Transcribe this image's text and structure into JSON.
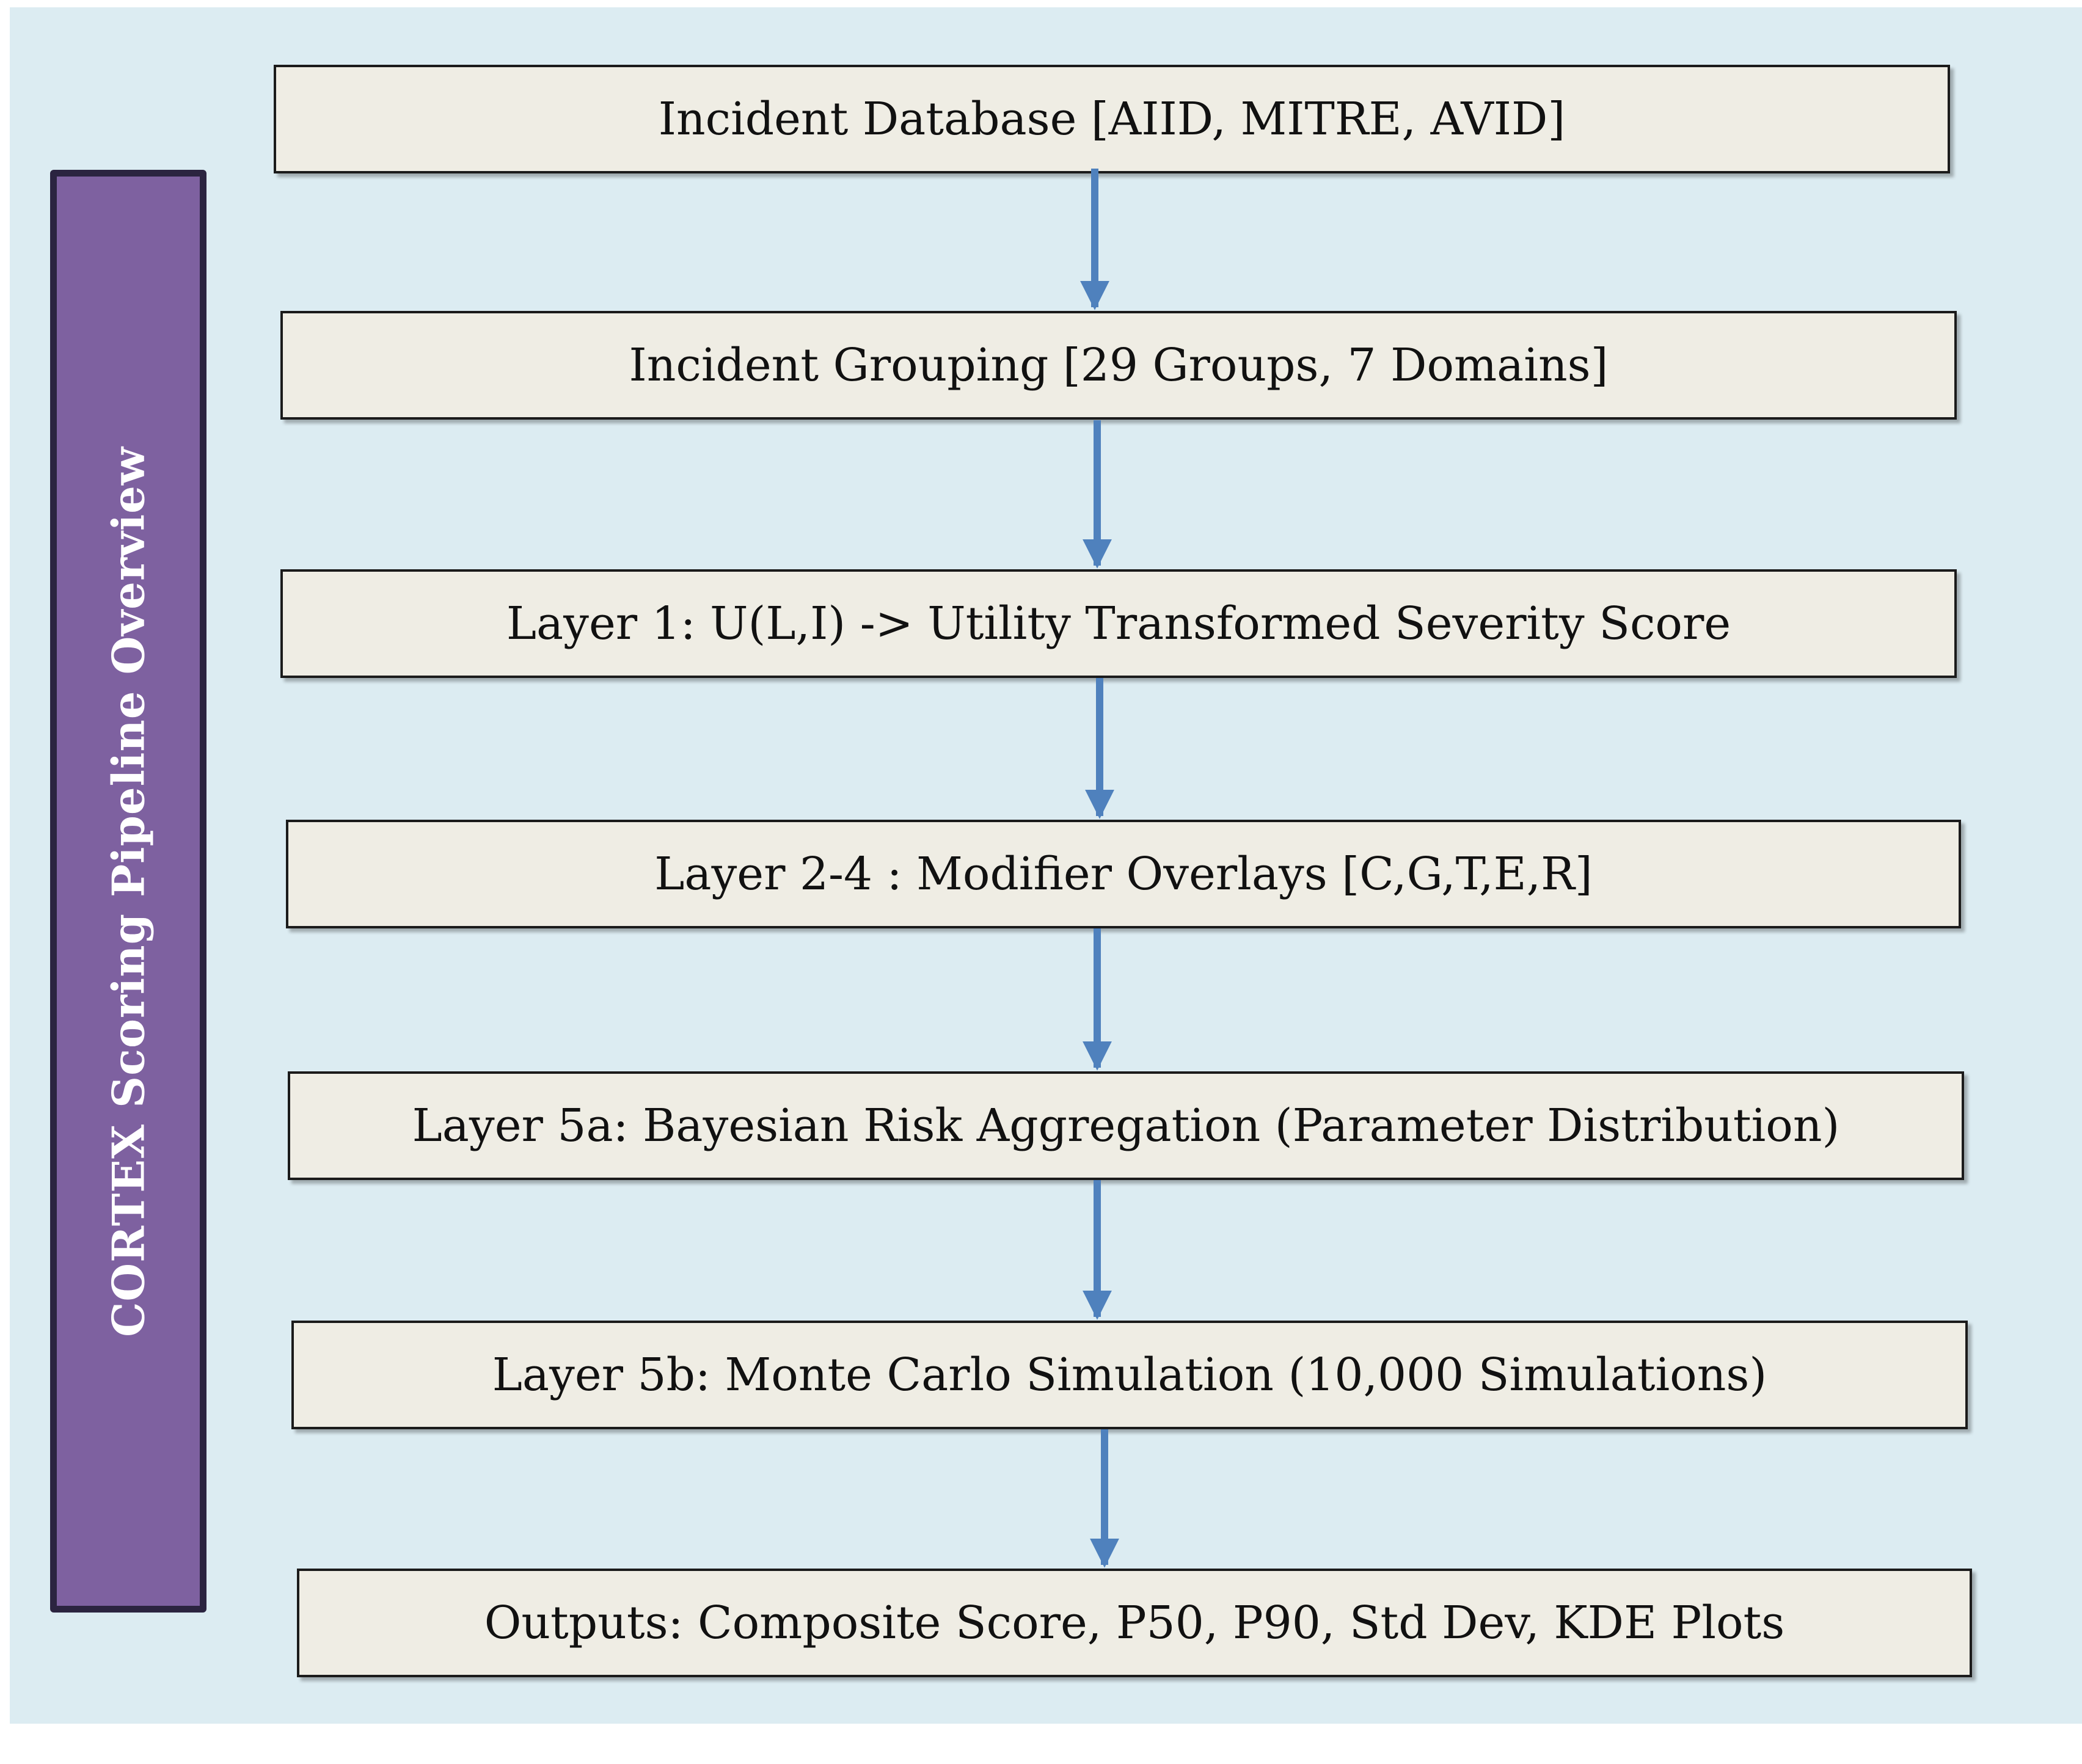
{
  "diagram": {
    "side_label": "CORTEX Scoring Pipeline Overview",
    "steps": [
      "Incident Database [AIID, MITRE, AVID]",
      "Incident Grouping [29 Groups, 7 Domains]",
      "Layer 1: U(L,I) -> Utility Transformed Severity Score",
      "Layer 2-4 : Modifier Overlays [C,G,T,E,R]",
      "Layer 5a: Bayesian Risk Aggregation (Parameter Distribution)",
      "Layer 5b: Monte Carlo Simulation (10,000 Simulations)",
      "Outputs: Composite Score, P50, P90, Std Dev, KDE Plots"
    ],
    "colors": {
      "background": "#dcecf2",
      "sidebar": "#7e61a0",
      "sidebar_border": "#2b2440",
      "box_fill": "#efede4",
      "arrow": "#4f81bd"
    }
  }
}
